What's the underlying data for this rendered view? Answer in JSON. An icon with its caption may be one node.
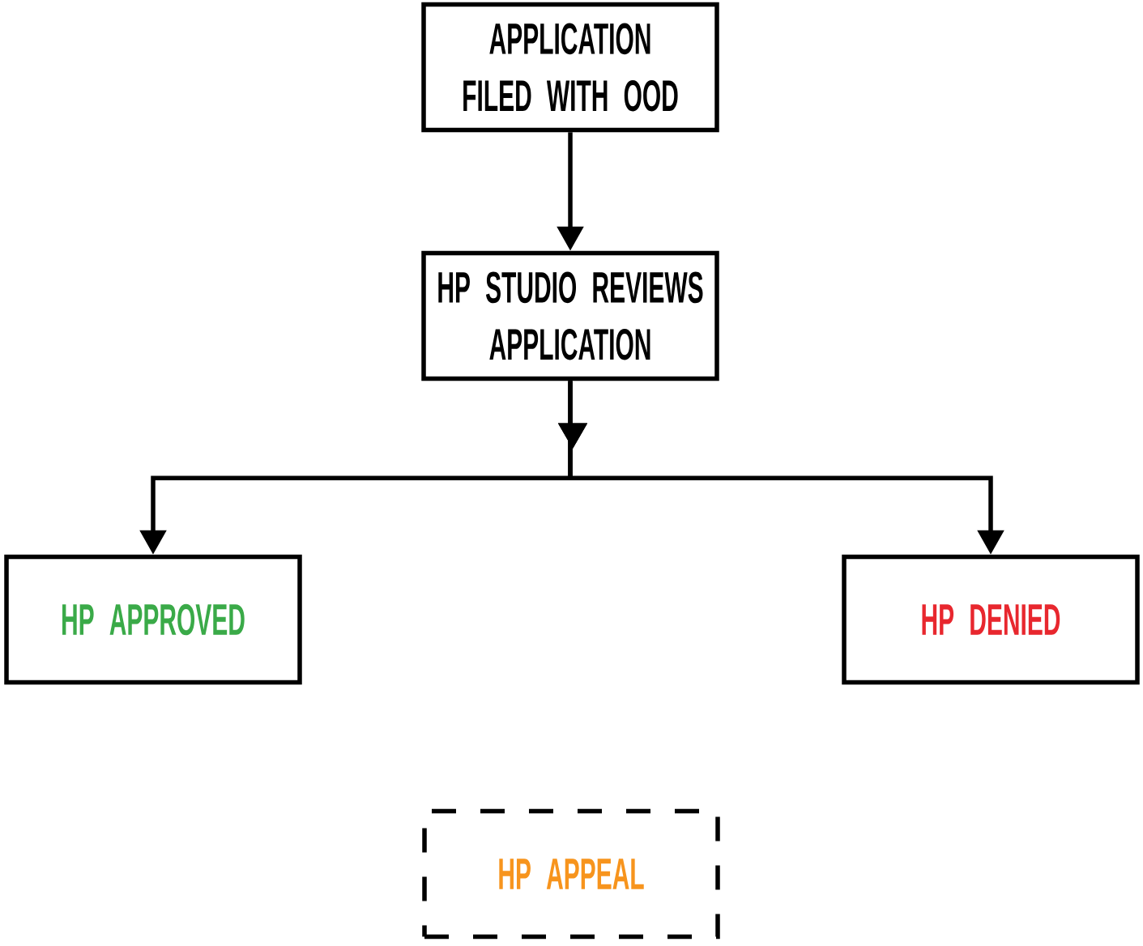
{
  "diagram": {
    "nodes": [
      {
        "text": [
          "APPLICATION FILED WITH OOD"
        ]
      },
      {
        "text": [
          "HP STUDIO REVIEWS APPLICATION"
        ]
      },
      {
        "text": [
          "HP APPROVED"
        ]
      },
      {
        "text": [
          "HP DENIED"
        ]
      },
      {
        "text": [
          "HP APPEAL"
        ]
      }
    ],
    "edges": [
      {
        "from": 0,
        "to": 1,
        "arrow": "to"
      },
      {
        "from": 1,
        "to": 2,
        "arrow": "to"
      },
      {
        "from": 1,
        "to": 3,
        "arrow": "to"
      }
    ]
  }
}
